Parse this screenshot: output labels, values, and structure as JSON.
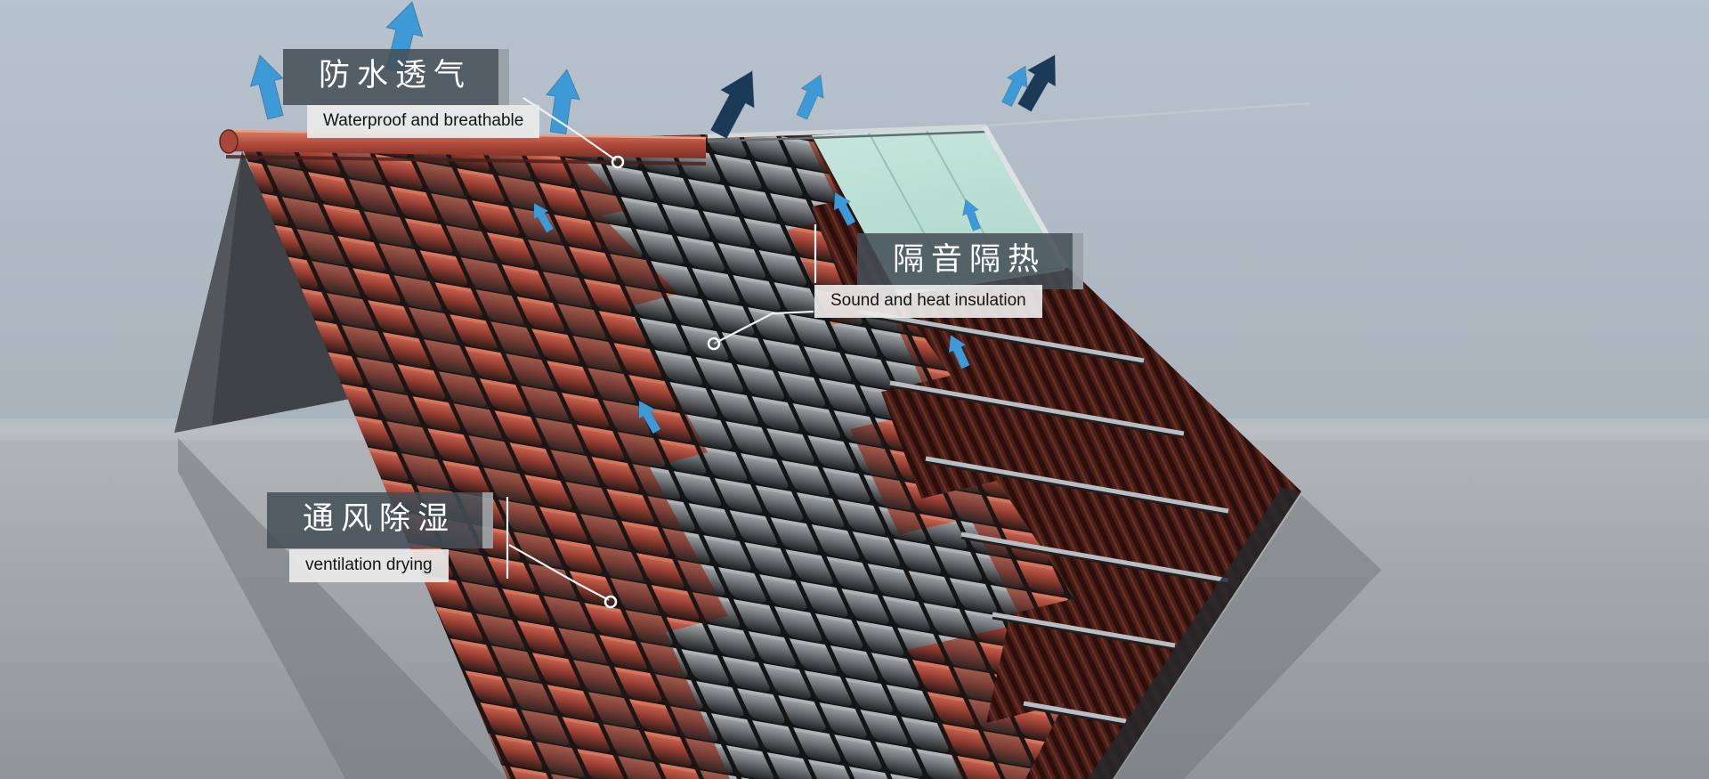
{
  "diagram": {
    "labels": {
      "waterproof": {
        "zh": "防水透气",
        "en": "Waterproof and breathable"
      },
      "insulation": {
        "zh": "隔音隔热",
        "en": "Sound and heat insulation"
      },
      "ventilation": {
        "zh": "通风除湿",
        "en": "ventilation drying"
      }
    },
    "colors": {
      "arrow_light_blue": "#3d9ad6",
      "arrow_dark_blue": "#1b3a58",
      "tile_red": "#b04a3c",
      "tile_gray": "#6e7275",
      "insulation_teal": "#bfe2d8",
      "underlay_brown": "#4a1d17"
    }
  }
}
